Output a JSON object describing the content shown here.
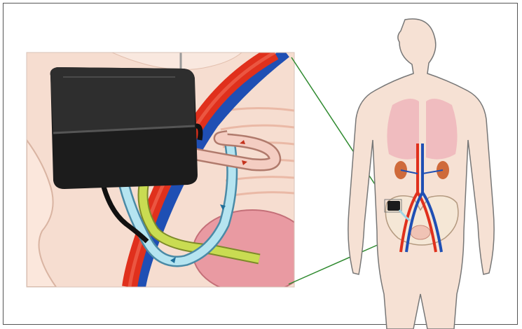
{
  "figure": {
    "panels": [
      "magnified-implant-view",
      "full-body-anatomy"
    ],
    "colors": {
      "artery": "#e0301c",
      "vein": "#1f4fb4",
      "device": "#1c1c1c",
      "skin": "#f6ddd0",
      "callout_line": "#2f8a2f",
      "blue_tube": "#9fd6e6",
      "yellow_tube": "#c9dc52",
      "pink_tube": "#f2c4b8",
      "organ": "#f0b8bc"
    },
    "icons": [
      "implant-device",
      "blood-vessels",
      "kidneys",
      "lungs",
      "bladder",
      "pelvis"
    ]
  }
}
